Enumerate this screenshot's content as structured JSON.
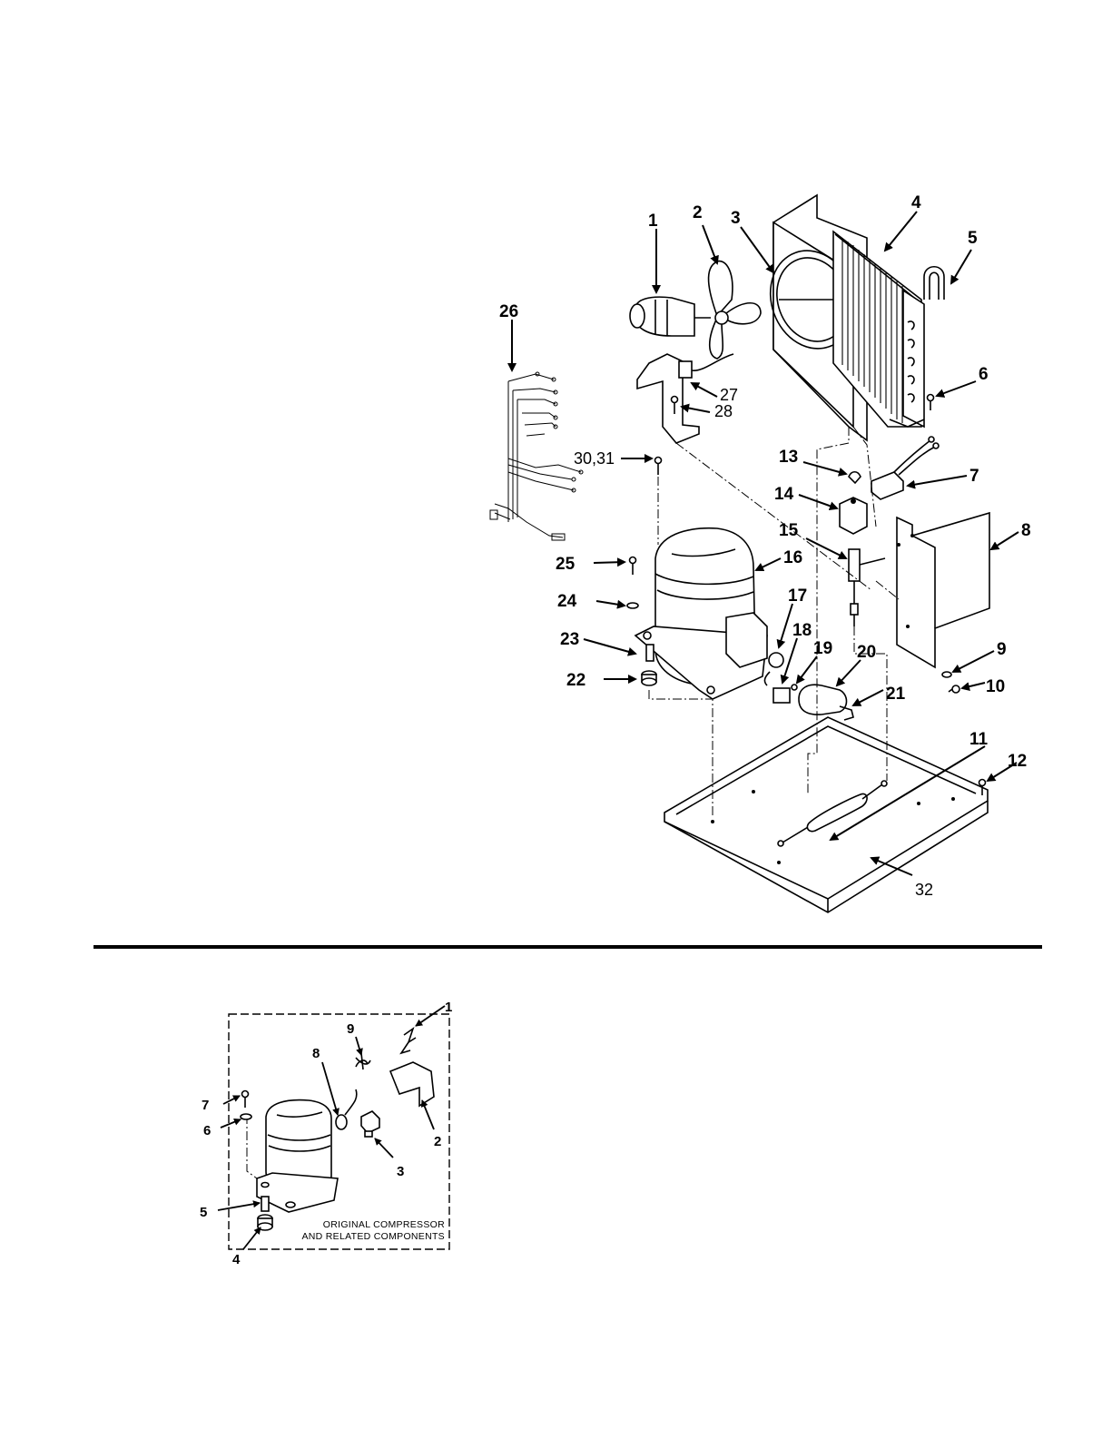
{
  "main_callouts": {
    "c1": "1",
    "c2": "2",
    "c3": "3",
    "c4": "4",
    "c5": "5",
    "c6": "6",
    "c7": "7",
    "c8": "8",
    "c9": "9",
    "c10": "10",
    "c11": "11",
    "c12": "12",
    "c13": "13",
    "c14": "14",
    "c15": "15",
    "c16": "16",
    "c17": "17",
    "c18": "18",
    "c19": "19",
    "c20": "20",
    "c21": "21",
    "c22": "22",
    "c23": "23",
    "c24": "24",
    "c25": "25",
    "c26": "26",
    "c27": "27",
    "c28": "28",
    "c30_31": "30,31",
    "c32": "32"
  },
  "inset": {
    "caption_line1": "ORIGINAL COMPRESSOR",
    "caption_line2": "AND RELATED COMPONENTS",
    "callouts": {
      "i1": "1",
      "i2": "2",
      "i3": "3",
      "i4": "4",
      "i5": "5",
      "i6": "6",
      "i7": "7",
      "i8": "8",
      "i9": "9"
    }
  }
}
